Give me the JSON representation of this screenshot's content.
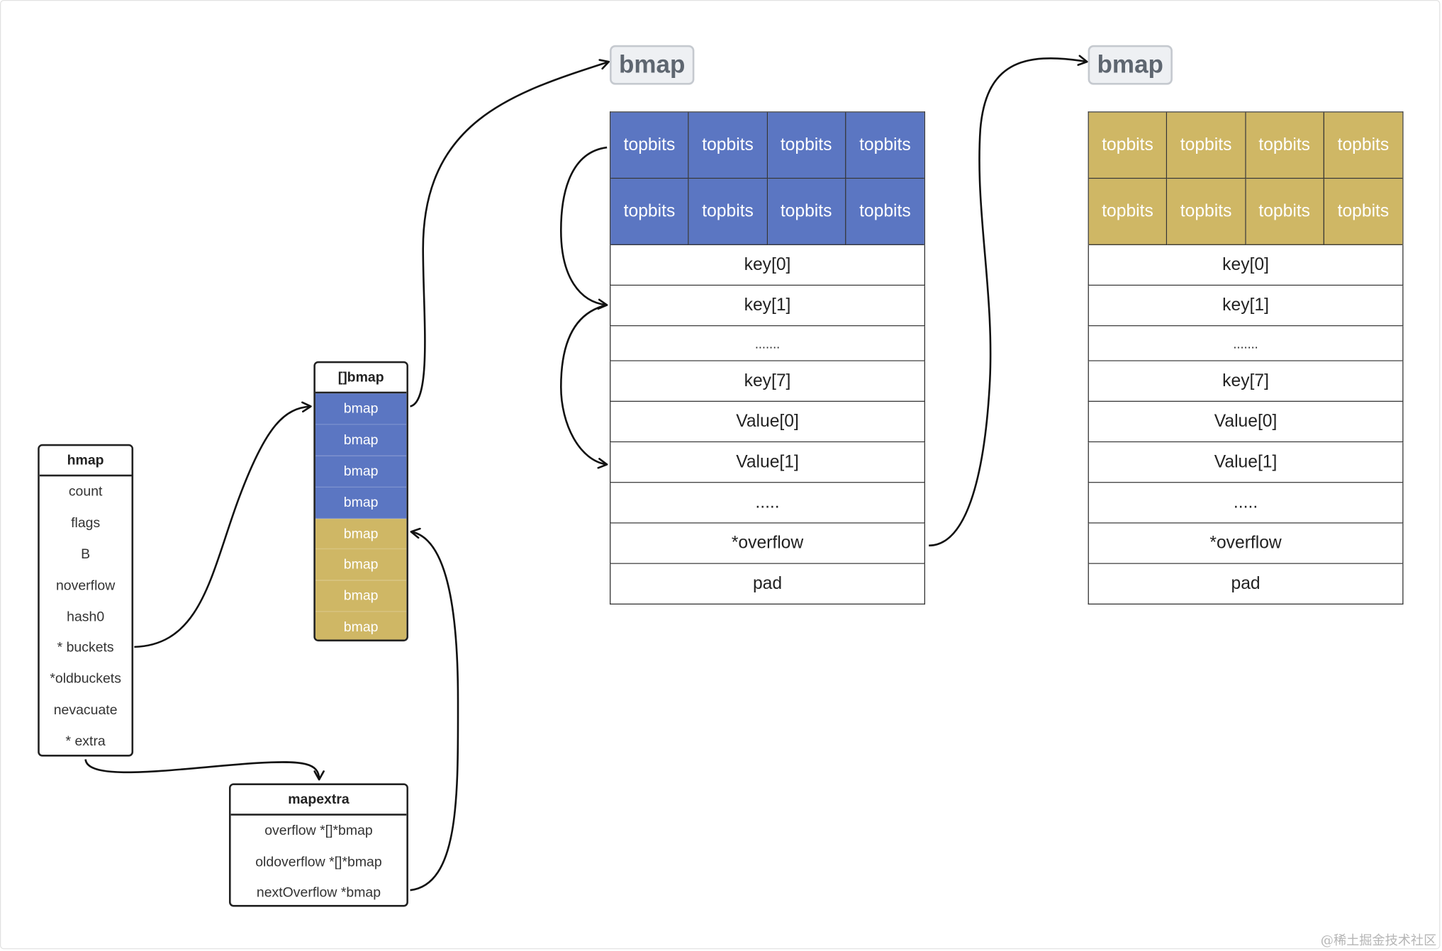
{
  "colors": {
    "blue": "#5b76c2",
    "gold": "#cfb765",
    "tag_bg": "#eef0f3",
    "line": "#111111"
  },
  "hmap": {
    "title": "hmap",
    "fields": [
      "count",
      "flags",
      "B",
      "noverflow",
      "hash0",
      "* buckets",
      "*oldbuckets",
      "nevacuate",
      "* extra"
    ]
  },
  "bmap_array": {
    "title": "[]bmap",
    "cells": [
      {
        "label": "bmap",
        "color": "blue"
      },
      {
        "label": "bmap",
        "color": "blue"
      },
      {
        "label": "bmap",
        "color": "blue"
      },
      {
        "label": "bmap",
        "color": "blue"
      },
      {
        "label": "bmap",
        "color": "gold"
      },
      {
        "label": "bmap",
        "color": "gold"
      },
      {
        "label": "bmap",
        "color": "gold"
      },
      {
        "label": "bmap",
        "color": "gold"
      }
    ]
  },
  "mapextra": {
    "title": "mapextra",
    "fields": [
      "overflow  *[]*bmap",
      "oldoverflow  *[]*bmap",
      "nextOverflow  *bmap"
    ]
  },
  "bmaps": [
    {
      "tag": "bmap",
      "color": "blue",
      "topbits": [
        "topbits",
        "topbits",
        "topbits",
        "topbits",
        "topbits",
        "topbits",
        "topbits",
        "topbits"
      ],
      "rows": [
        "key[0]",
        "key[1]",
        ".......",
        "key[7]",
        "Value[0]",
        "Value[1]",
        ".....",
        "*overflow",
        "pad"
      ]
    },
    {
      "tag": "bmap",
      "color": "gold",
      "topbits": [
        "topbits",
        "topbits",
        "topbits",
        "topbits",
        "topbits",
        "topbits",
        "topbits",
        "topbits"
      ],
      "rows": [
        "key[0]",
        "key[1]",
        ".......",
        "key[7]",
        "Value[0]",
        "Value[1]",
        ".....",
        "*overflow",
        "pad"
      ]
    }
  ],
  "watermark": "@稀土掘金技术社区"
}
